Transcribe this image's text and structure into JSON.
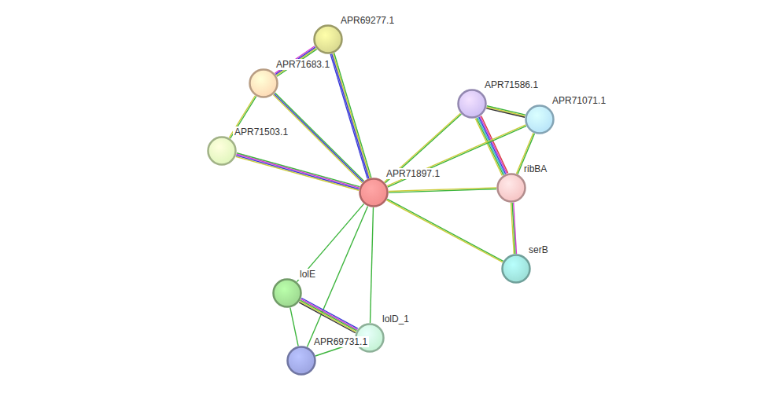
{
  "diagram": {
    "nodes": [
      {
        "text": [
          "APR69277.1"
        ]
      },
      {
        "text": [
          "APR71683.1"
        ]
      },
      {
        "text": [
          "APR71586.1"
        ]
      },
      {
        "text": [
          "APR71071.1"
        ]
      },
      {
        "text": [
          "APR71503.1"
        ]
      },
      {
        "text": [
          "ribBA"
        ]
      },
      {
        "text": [
          "APR71897.1"
        ]
      },
      {
        "text": [
          "serB"
        ]
      },
      {
        "text": [
          "lolE"
        ]
      },
      {
        "text": [
          "lolD_1"
        ]
      },
      {
        "text": [
          "APR69731.1"
        ]
      }
    ],
    "edges": [
      {
        "from": 0,
        "to": 1,
        "arrow": "none"
      },
      {
        "from": 0,
        "to": 6,
        "arrow": "none"
      },
      {
        "from": 1,
        "to": 4,
        "arrow": "none"
      },
      {
        "from": 1,
        "to": 6,
        "arrow": "none"
      },
      {
        "from": 4,
        "to": 6,
        "arrow": "none"
      },
      {
        "from": 2,
        "to": 3,
        "arrow": "none"
      },
      {
        "from": 2,
        "to": 5,
        "arrow": "none"
      },
      {
        "from": 3,
        "to": 5,
        "arrow": "none"
      },
      {
        "from": 2,
        "to": 6,
        "arrow": "none"
      },
      {
        "from": 3,
        "to": 6,
        "arrow": "none"
      },
      {
        "from": 5,
        "to": 6,
        "arrow": "none"
      },
      {
        "from": 5,
        "to": 7,
        "arrow": "none"
      },
      {
        "from": 6,
        "to": 7,
        "arrow": "none"
      },
      {
        "from": 6,
        "to": 8,
        "arrow": "none"
      },
      {
        "from": 6,
        "to": 9,
        "arrow": "none"
      },
      {
        "from": 6,
        "to": 10,
        "arrow": "none"
      },
      {
        "from": 8,
        "to": 9,
        "arrow": "none"
      },
      {
        "from": 8,
        "to": 10,
        "arrow": "none"
      },
      {
        "from": 10,
        "to": 9,
        "arrow": "none"
      }
    ]
  }
}
